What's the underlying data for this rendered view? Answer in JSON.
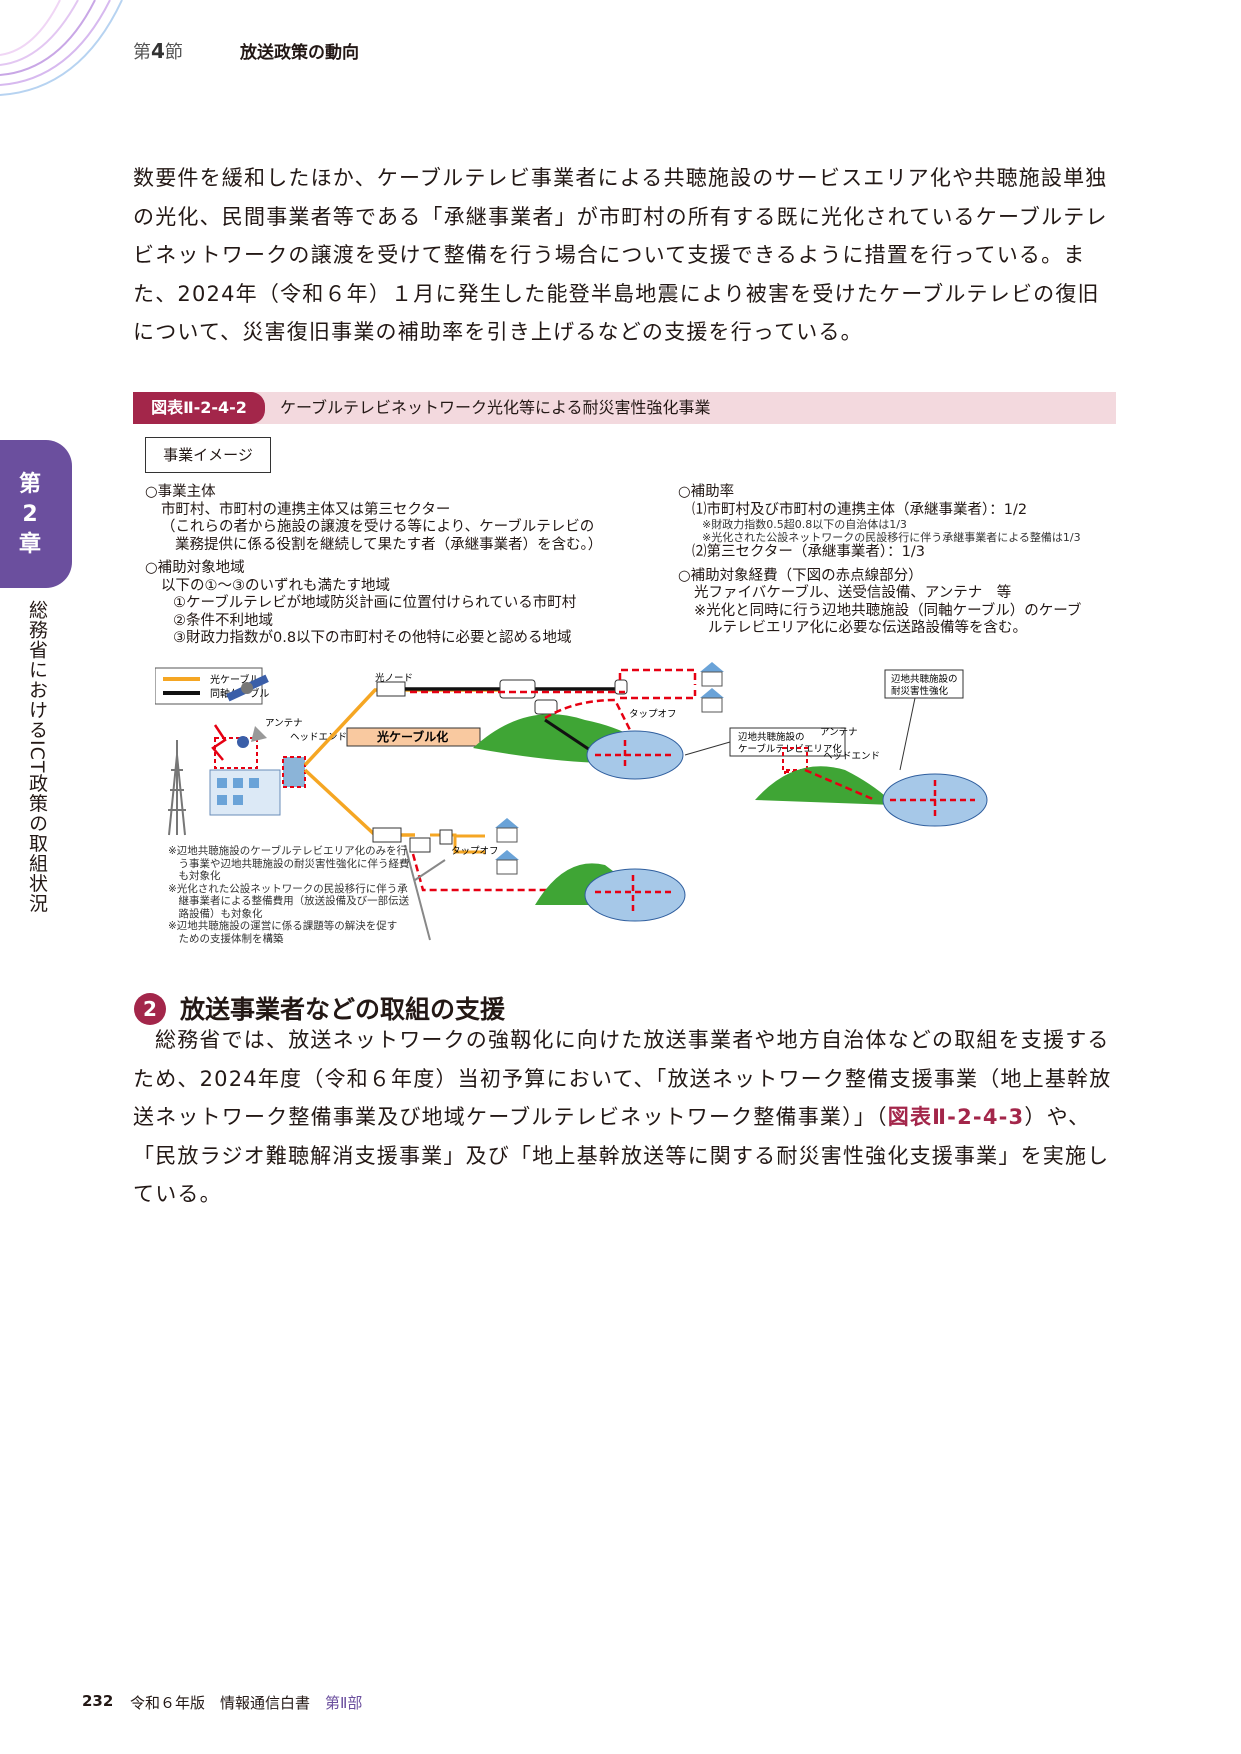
{
  "header": {
    "section_prefix": "第",
    "section_number": "4",
    "section_suffix": "節",
    "title": "放送政策の動向"
  },
  "intro_paragraph": "数要件を緩和したほか、ケーブルテレビ事業者による共聴施設のサービスエリア化や共聴施設単独の光化、民間事業者等である「承継事業者」が市町村の所有する既に光化されているケーブルテレビネットワークの譲渡を受けて整備を行う場合について支援できるように措置を行っている。また、2024年（令和６年）１月に発生した能登半島地震により被害を受けたケーブルテレビの復旧について、災害復旧事業の補助率を引き上げるなどの支援を行っている。",
  "figure": {
    "number": "図表Ⅱ-2-4-2",
    "title": "ケーブルテレビネットワーク光化等による耐災害性強化事業",
    "image_label": "事業イメージ",
    "left": {
      "h1": "○事業主体",
      "l1": "市町村、市町村の連携主体又は第三セクター",
      "l2": "（これらの者から施設の譲渡を受ける等により、ケーブルテレビの",
      "l3": "業務提供に係る役割を継続して果たす者（承継事業者）を含む。）",
      "h2": "○補助対象地域",
      "l4": "以下の①～③のいずれも満たす地域",
      "l5": "①ケーブルテレビが地域防災計画に位置付けられている市町村",
      "l6": "②条件不利地域",
      "l7": "③財政力指数が0.8以下の市町村その他特に必要と認める地域"
    },
    "right": {
      "h1": "○補助率",
      "r1": "⑴市町村及び市町村の連携主体（承継事業者）：1/2",
      "r2": "※財政力指数0.5超0.8以下の自治体は1/3",
      "r3": "※光化された公設ネットワークの民設移行に伴う承継事業者による整備は1/3",
      "r4": "⑵第三セクター（承継事業者）：1/3",
      "h2": "○補助対象経費（下図の赤点線部分）",
      "r5": "光ファイバケーブル、送受信設備、アンテナ　等",
      "r6": "※光化と同時に行う辺地共聴施設（同軸ケーブル）のケーブ",
      "r7": "ルテレビエリア化に必要な伝送路設備等を含む。"
    },
    "diagram": {
      "legend_fiber": "光ケーブル",
      "legend_coax": "同軸ケーブル",
      "antenna": "アンテナ",
      "headend": "ヘッドエンド",
      "optical_node": "光ノード",
      "tap_off_1": "タップオフ",
      "tap_off_2": "タップオフ",
      "fiber_label": "光ケーブル化",
      "area_label_1": "辺地共聴施設の",
      "area_label_2": "ケーブルテレビエリア化",
      "resilience_1": "辺地共聴施設の",
      "resilience_2": "耐災害性強化",
      "antenna_2": "アンテナ",
      "headend_2": "ヘッドエンド",
      "notes": [
        "※辺地共聴施設のケーブルテレビエリア化のみを行",
        "　う事業や辺地共聴施設の耐災害性強化に伴う経費",
        "　も対象化",
        "※光化された公設ネットワークの民設移行に伴う承",
        "　継事業者による整備費用（放送設備及び一部伝送",
        "　路設備）も対象化",
        "※辺地共聴施設の運営に係る課題等の解決を促す",
        "　ための支援体制を構築"
      ]
    }
  },
  "section2": {
    "number": "2",
    "title": "放送事業者などの取組の支援",
    "para_a": "総務省では、放送ネットワークの強靱化に向けた放送事業者や地方自治体などの取組を支援するため、2024年度（令和６年度）当初予算において、「放送ネットワーク整備支援事業（地上基幹放送ネットワーク整備事業及び地域ケーブルテレビネットワーク整備事業）」（",
    "para_ref": "図表Ⅱ-2-4-3",
    "para_b": "）や、「民放ラジオ難聴解消支援事業」及び「地上基幹放送等に関する耐災害性強化支援事業」を実施している。"
  },
  "side": {
    "chapter_prefix": "第",
    "chapter_number": "2",
    "chapter_suffix": "章",
    "chapter_title": "総務省におけるICT政策の取組状況"
  },
  "footer": {
    "page": "232",
    "publication": "令和６年版　情報通信白書",
    "part": "第Ⅱ部"
  },
  "colors": {
    "accent": "#a3264a",
    "chapter": "#6b4f9e",
    "fiber": "#f5a623",
    "dashed": "#e60012"
  }
}
